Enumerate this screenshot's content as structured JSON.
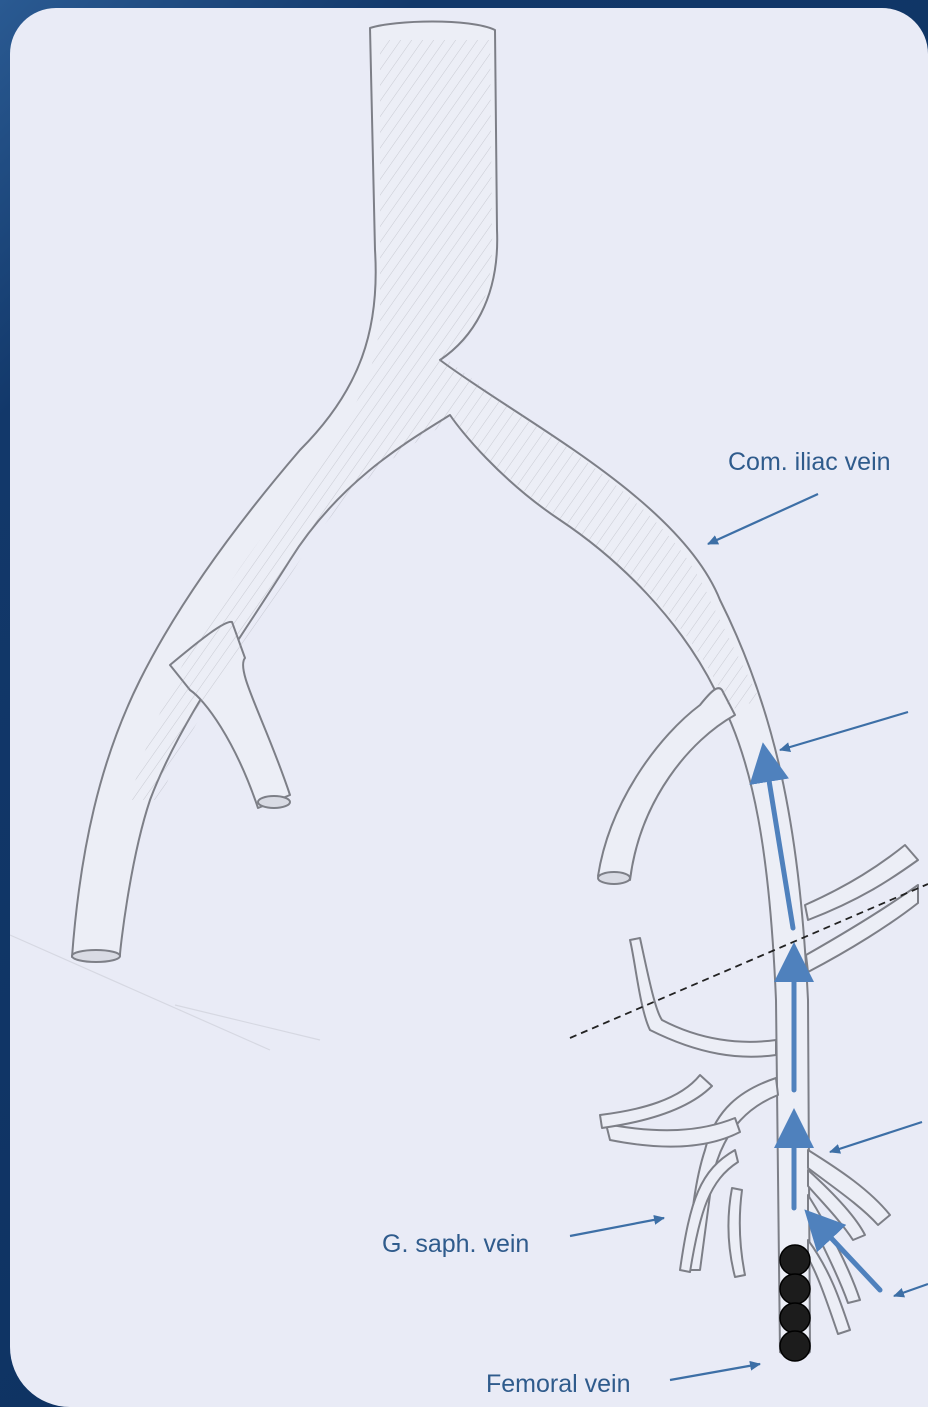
{
  "colors": {
    "background": "#0f3566",
    "panel": "#e9ebf6",
    "vein_fill": "#eceef6",
    "vein_stroke": "#7d7f87",
    "flow_arrow": "#4f81bd",
    "label_text": "#2f5b8c",
    "occlusion": "#1c1c1c"
  },
  "labels": {
    "common_iliac": "Com. iliac vein",
    "great_saphenous": "G. saph. vein",
    "femoral": "Femoral vein"
  },
  "icons": [
    "flow-arrow-icon",
    "pointer-arrow-icon",
    "occlusion-dot-icon"
  ]
}
